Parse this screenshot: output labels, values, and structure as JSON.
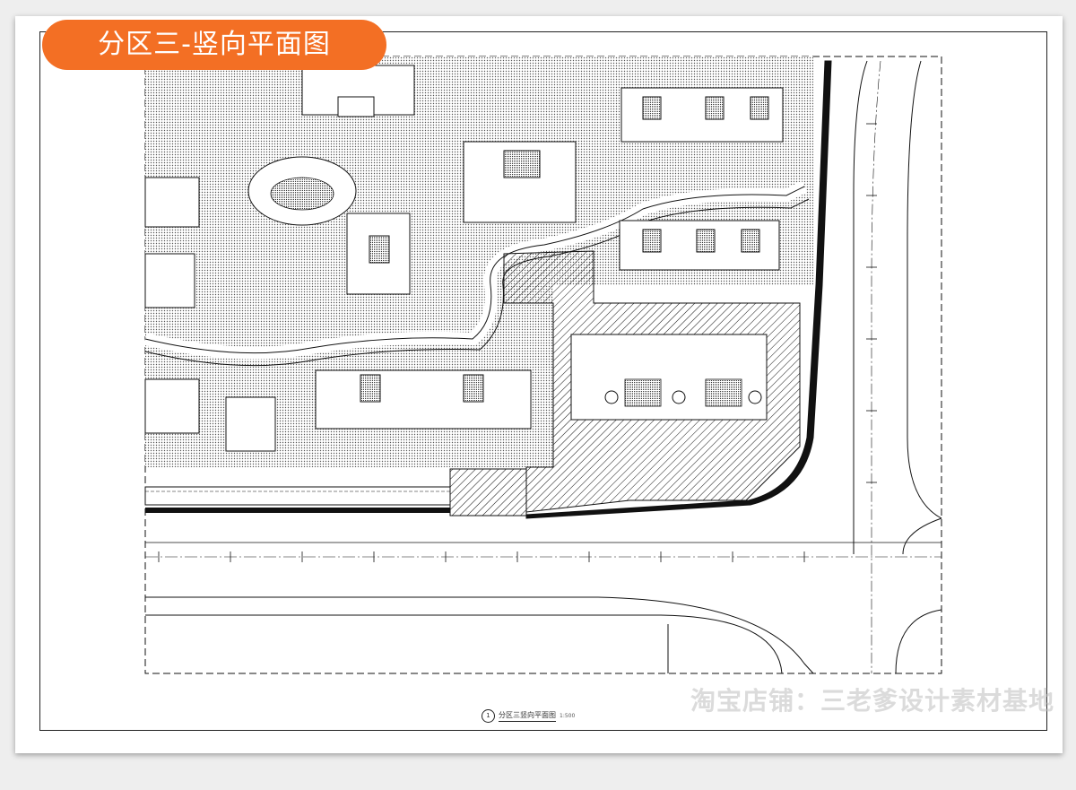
{
  "title": "分区三-竖向平面图",
  "caption": {
    "number": "1",
    "label": "分区三竖向平面图",
    "scale": "1:500"
  },
  "watermark": "淘宝店铺：三老爹设计素材基地",
  "colors": {
    "title_bg": "#f36f24",
    "title_text": "#ffffff",
    "line": "#111111",
    "sheet": "#ffffff"
  }
}
